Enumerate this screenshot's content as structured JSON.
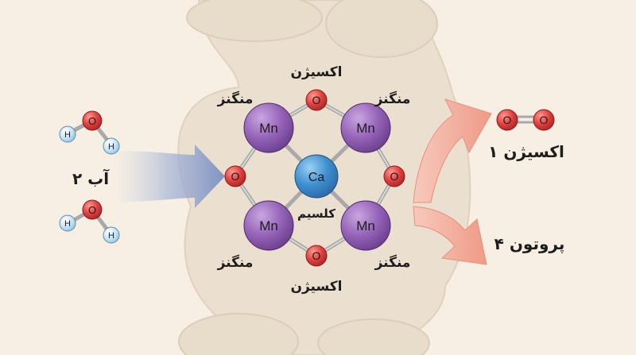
{
  "labels": {
    "manganese": "منگنز",
    "oxygen": "اکسیژن",
    "calcium": "کلسیم",
    "water_input": "۲ آب",
    "oxygen_output": "۱ اکسیژن",
    "proton_output": "۴ پروتون"
  },
  "atoms": {
    "mn": "Mn",
    "ca": "Ca",
    "o": "O",
    "h": "H"
  },
  "colors": {
    "background": "#f7efe3",
    "protein": "#ebe0d0",
    "manganese": "#8e5bb0",
    "calcium": "#3f8fd0",
    "oxygen": "#e04040",
    "hydrogen": "#bfe0f4",
    "input_arrow": "#8fa2c8",
    "output_arrow": "#f2a595"
  }
}
